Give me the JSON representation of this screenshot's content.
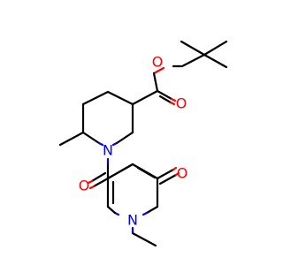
{
  "molecule": {
    "atoms": {
      "ester_o_ether": "O",
      "ester_o_carbonyl": "O",
      "piperidine_n": "N",
      "amide_o": "O",
      "pyridone_o": "O",
      "pyridone_n": "N"
    }
  },
  "colors": {
    "bond": "#000000",
    "oxygen": "#ff0000",
    "nitrogen": "#0000ff",
    "background": "#ffffff"
  }
}
